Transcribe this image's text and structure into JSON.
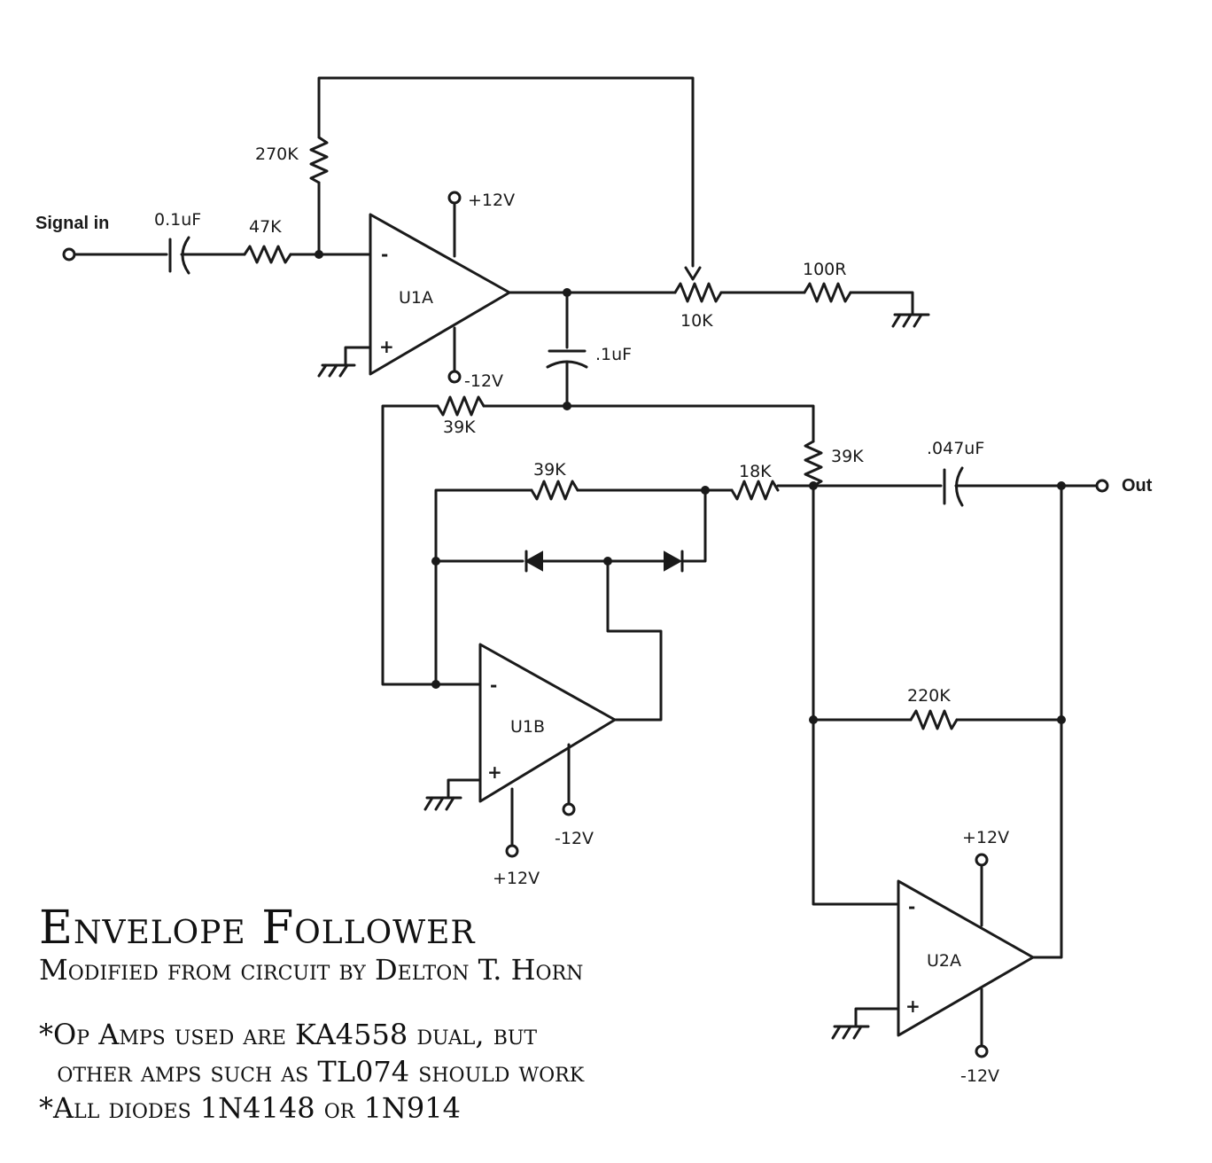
{
  "io": {
    "input": "Signal in",
    "output": "Out"
  },
  "components": {
    "c_in": "0.1uF",
    "r_in": "47K",
    "r_fb": "270K",
    "pot": "10K",
    "r_pot": "100R",
    "c_filt": ".1uF",
    "r_39_a": "39K",
    "r_39_b": "39K",
    "r_39_c": "39K",
    "r_18": "18K",
    "c_out": ".047uF",
    "r_220": "220K"
  },
  "opamps": {
    "u1a": "U1A",
    "u1b": "U1B",
    "u2a": "U2A"
  },
  "supplies": {
    "u1a_pos": "+12V",
    "u1a_neg": "-12V",
    "u1b_pos": "+12V",
    "u1b_neg": "-12V",
    "u2a_pos": "+12V",
    "u2a_neg": "-12V"
  },
  "signs": {
    "minus": "-",
    "plus": "+"
  },
  "title": "Envelope Follower",
  "subtitle": "Modified from circuit by Delton T. Horn",
  "notes": [
    "*Op Amps used are KA4558 dual, but",
    "  other amps such as TL074 should work",
    "*All diodes 1N4148 or 1N914"
  ]
}
